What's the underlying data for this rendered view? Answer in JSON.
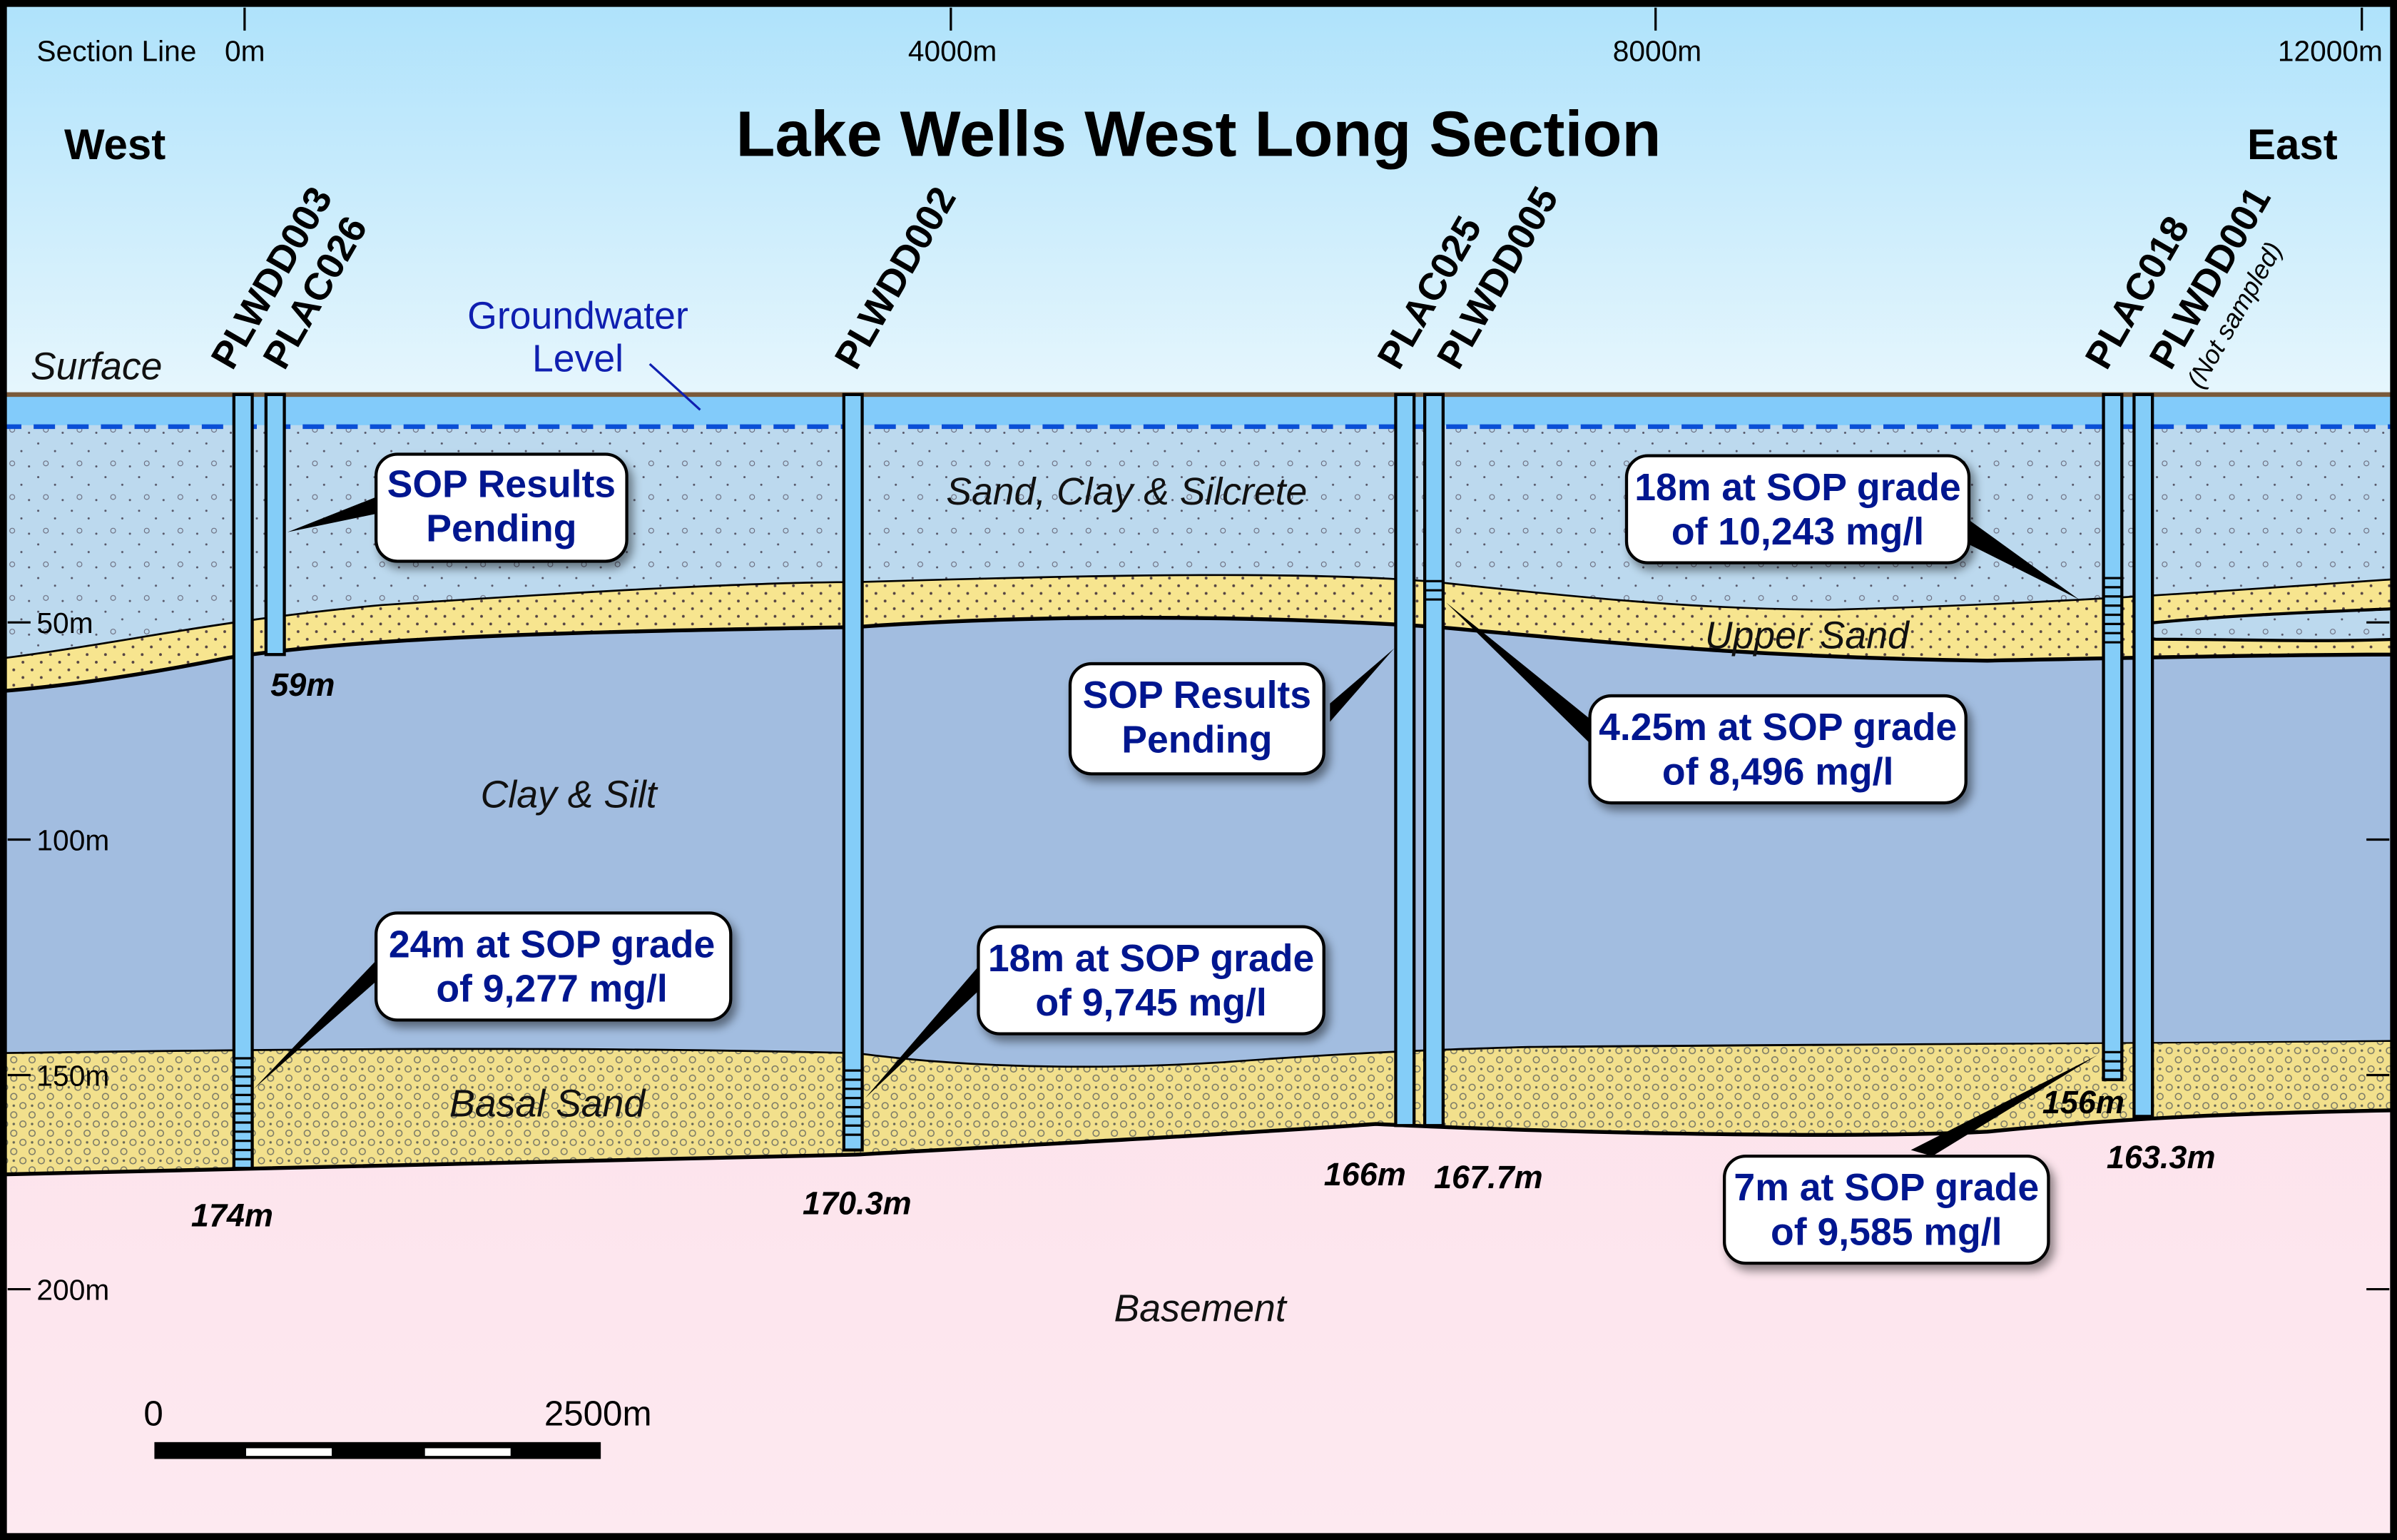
{
  "title": "Lake Wells West Long Section",
  "directions": {
    "west": "West",
    "east": "East"
  },
  "section_line": {
    "label": "Section Line",
    "ticks": [
      {
        "label": "0m",
        "value": 0
      },
      {
        "label": "4000m",
        "value": 4000
      },
      {
        "label": "8000m",
        "value": 8000
      },
      {
        "label": "12000m",
        "value": 12000
      }
    ]
  },
  "depth_axis": {
    "ticks": [
      {
        "label": "50m",
        "value": 50
      },
      {
        "label": "100m",
        "value": 100
      },
      {
        "label": "150m",
        "value": 150
      },
      {
        "label": "200m",
        "value": 200
      }
    ]
  },
  "labels": {
    "surface": "Surface",
    "groundwater_line1": "Groundwater",
    "groundwater_line2": "Level"
  },
  "units": [
    {
      "name": "Sand, Clay & Silcrete",
      "color": "#bcd9ee"
    },
    {
      "name": "Upper Sand",
      "color": "#f7e58f"
    },
    {
      "name": "Clay & Silt",
      "color": "#a2bde0"
    },
    {
      "name": "Basal Sand",
      "color": "#f2e08c"
    },
    {
      "name": "Basement",
      "color": "#fde1ea"
    }
  ],
  "drillholes": [
    {
      "names": [
        "PLWDD003",
        "PLAC026"
      ],
      "depths": [
        "174m",
        "59m"
      ]
    },
    {
      "names": [
        "PLWDD002"
      ],
      "depths": [
        "170.3m"
      ]
    },
    {
      "names": [
        "PLAC025",
        "PLWDD005"
      ],
      "depths": [
        "166m",
        "167.7m"
      ]
    },
    {
      "names": [
        "PLAC018",
        "PLWDD001"
      ],
      "note": "(Not sampled)",
      "depths": [
        "156m",
        "163.3m"
      ]
    }
  ],
  "callouts": [
    {
      "line1": "SOP Results",
      "line2": "Pending"
    },
    {
      "line1": "24m at SOP grade",
      "line2": "of 9,277 mg/l"
    },
    {
      "line1": "18m at SOP grade",
      "line2": "of 9,745 mg/l"
    },
    {
      "line1": "SOP Results",
      "line2": "Pending"
    },
    {
      "line1": "4.25m at SOP grade",
      "line2": "of 8,496 mg/l"
    },
    {
      "line1": "18m at SOP grade",
      "line2": "of 10,243 mg/l"
    },
    {
      "line1": "7m at SOP grade",
      "line2": "of 9,585 mg/l"
    }
  ],
  "scale_bar": {
    "start_label": "0",
    "end_label": "2500m"
  },
  "colors": {
    "sky_top": "#aee2fb",
    "sky_bottom": "#e6f6fd",
    "water_zone": "#82cbfa",
    "groundwater_line": "#0a4fd6",
    "surface_line": "#7a5a3a",
    "callout_text": "#00168f",
    "hole_fill": "#84cdf8"
  }
}
